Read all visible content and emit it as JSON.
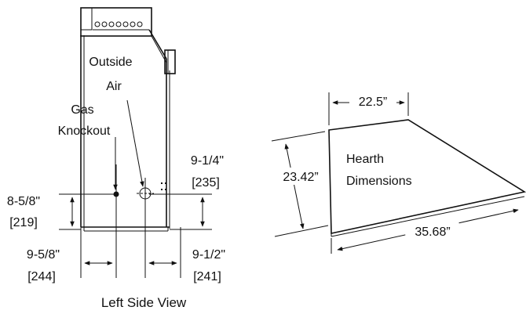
{
  "left_view": {
    "outside_air": [
      "Outside",
      "Air"
    ],
    "gas_knockout": [
      "Gas",
      "Knockout"
    ],
    "dim_height_right": [
      "9-1/4\"",
      "[235]"
    ],
    "dim_height_left": [
      "8-5/8\"",
      "[219]"
    ],
    "dim_offset_left": [
      "9-5/8\"",
      "[244]"
    ],
    "dim_offset_right": [
      "9-1/2\"",
      "[241]"
    ],
    "caption": "Left Side View"
  },
  "hearth": {
    "top_width": "22.5”",
    "depth": "23.42”",
    "bottom_width": "35.68”",
    "label": [
      "Hearth",
      "Dimensions"
    ]
  }
}
